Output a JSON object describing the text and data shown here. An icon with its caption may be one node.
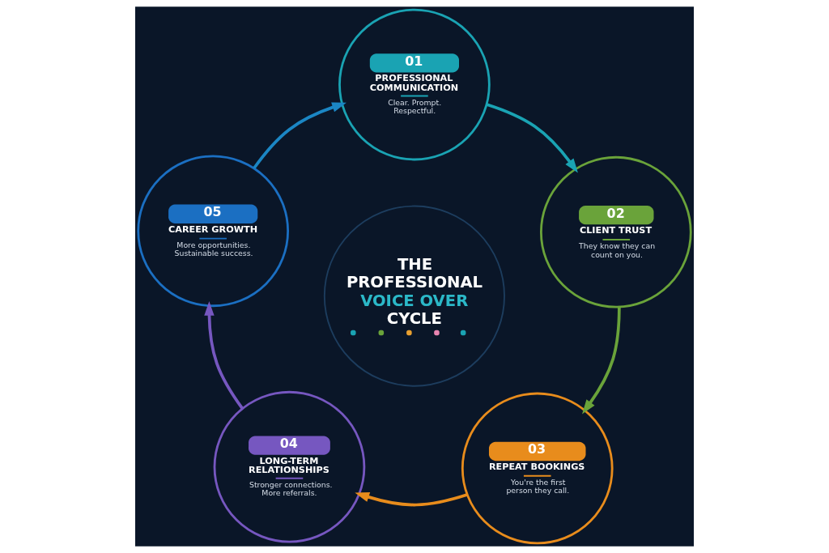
{
  "diagram": {
    "nodes": [
      {
        "text": [
          "01",
          "PROFESSIONAL COMMUNICATION",
          "Clear. Prompt. Respectful."
        ]
      },
      {
        "text": [
          "02",
          "CLIENT TRUST",
          "They know they can count on you."
        ]
      },
      {
        "text": [
          "03",
          "REPEAT BOOKINGS",
          "You're the first person they call."
        ]
      },
      {
        "text": [
          "04",
          "LONG-TERM RELATIONSHIPS",
          "Stronger connections. More referrals."
        ]
      },
      {
        "text": [
          "05",
          "CAREER GROWTH",
          "More opportunities. Sustainable success."
        ]
      },
      {
        "text": [
          "THE PROFESSIONAL VOICE OVER CYCLE"
        ]
      }
    ],
    "edges": [
      {
        "from": 0,
        "to": 1,
        "arrow": "to",
        "color": "#1aa3b3"
      },
      {
        "from": 1,
        "to": 2,
        "arrow": "to",
        "color": "#6aa33a"
      },
      {
        "from": 2,
        "to": 3,
        "arrow": "to",
        "color": "#e88c1c"
      },
      {
        "from": 3,
        "to": 4,
        "arrow": "to",
        "color": "#7657c0"
      },
      {
        "from": 4,
        "to": 0,
        "arrow": "to",
        "color": "#1b86c4"
      }
    ]
  }
}
